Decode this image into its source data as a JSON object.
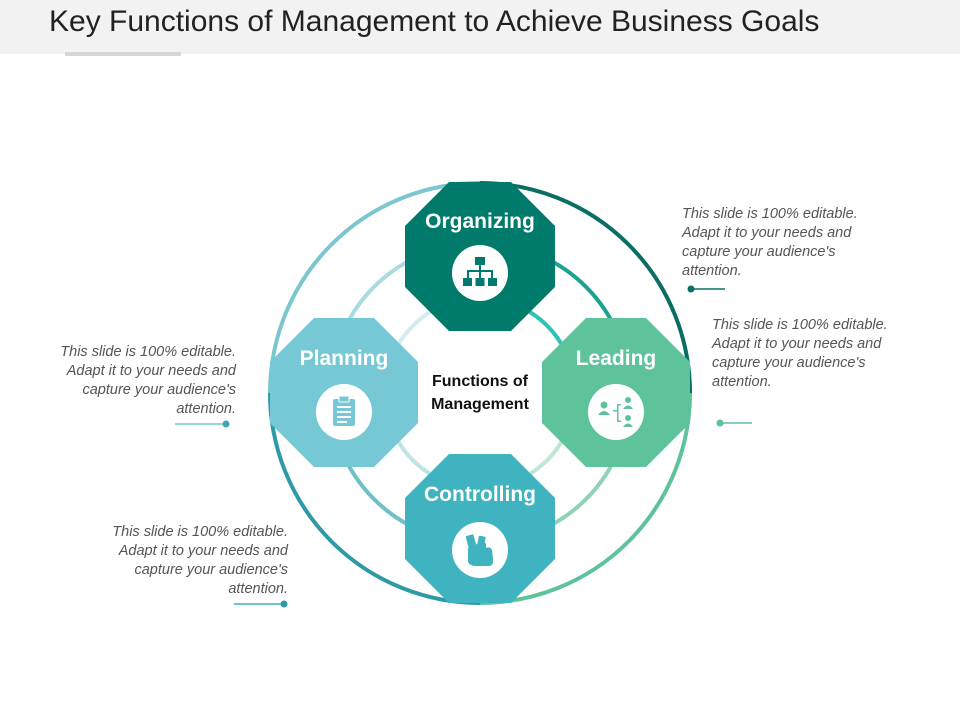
{
  "title": "Key Functions of Management to Achieve Business Goals",
  "center": {
    "line1": "Functions of",
    "line2": "Management"
  },
  "functions": [
    {
      "label": "Organizing",
      "icon": "org-chart-icon",
      "color": "#007a6b"
    },
    {
      "label": "Leading",
      "icon": "team-hierarchy-icon",
      "color": "#5ec39a"
    },
    {
      "label": "Controlling",
      "icon": "hand-control-icon",
      "color": "#3fb3bf"
    },
    {
      "label": "Planning",
      "icon": "clipboard-icon",
      "color": "#76c9d4"
    }
  ],
  "notes": [
    "This slide is 100% editable. Adapt it to your needs and capture your audience's attention.",
    "This slide is 100% editable. Adapt it to your needs and capture your audience's attention.",
    "This slide is 100% editable. Adapt it to your needs and capture your audience's attention.",
    "This slide is 100% editable. Adapt it to your needs and capture your audience's attention."
  ]
}
